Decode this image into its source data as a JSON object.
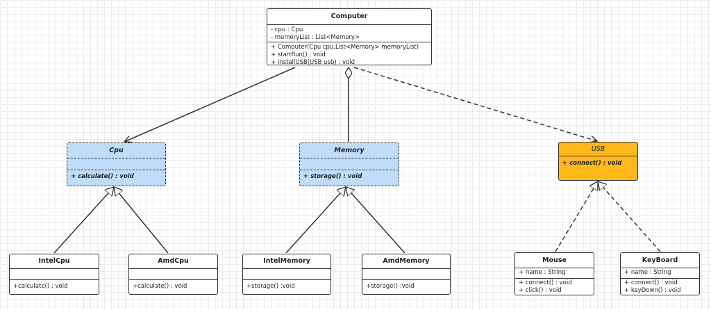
{
  "diagram": {
    "classes": {
      "computer": {
        "name": "Computer",
        "attributes": [
          "- cpu : Cpu",
          "- memoryList : List<Memory>"
        ],
        "operations": [
          "+ Computer(Cpu cpu,List<Memory> memoryList)",
          "+ startRun() : void",
          "+ installUSB(USB usb) : void"
        ]
      },
      "cpu": {
        "name": "Cpu",
        "attributes": [],
        "operations": [
          "+ calculate() : void"
        ]
      },
      "memory": {
        "name": "Memory",
        "attributes": [],
        "operations": [
          "+ storage() : void"
        ]
      },
      "usb": {
        "name": "USB",
        "operations": [
          "+ connect() : void"
        ]
      },
      "intelcpu": {
        "name": "IntelCpu",
        "attributes": [],
        "operations": [
          "+calculate() : void"
        ]
      },
      "amdcpu": {
        "name": "AmdCpu",
        "attributes": [],
        "operations": [
          "+calculate() : void"
        ]
      },
      "intelmemory": {
        "name": "IntelMemory",
        "attributes": [],
        "operations": [
          "+storage() :void"
        ]
      },
      "amdmemory": {
        "name": "AmdMemory",
        "attributes": [],
        "operations": [
          "+storage() :void"
        ]
      },
      "mouse": {
        "name": "Mouse",
        "attributes": [
          "+ name : String"
        ],
        "operations": [
          "+ connect() : void",
          "+ click() : void"
        ]
      },
      "keyboard": {
        "name": "KeyBoard",
        "attributes": [
          "+ name : String"
        ],
        "operations": [
          "+ connect() : void",
          "+ keyDown() : void"
        ]
      }
    },
    "relations": [
      {
        "from": "computer",
        "to": "cpu",
        "type": "association"
      },
      {
        "from": "computer",
        "to": "memory",
        "type": "aggregation"
      },
      {
        "from": "computer",
        "to": "usb",
        "type": "dependency"
      },
      {
        "from": "intelcpu",
        "to": "cpu",
        "type": "generalization"
      },
      {
        "from": "amdcpu",
        "to": "cpu",
        "type": "generalization"
      },
      {
        "from": "intelmemory",
        "to": "memory",
        "type": "generalization"
      },
      {
        "from": "amdmemory",
        "to": "memory",
        "type": "generalization"
      },
      {
        "from": "mouse",
        "to": "usb",
        "type": "realization"
      },
      {
        "from": "keyboard",
        "to": "usb",
        "type": "realization"
      }
    ],
    "colors": {
      "abstract_fill": "#bfdcf9",
      "interface_fill": "#ffb81a",
      "line": "#333333"
    }
  }
}
